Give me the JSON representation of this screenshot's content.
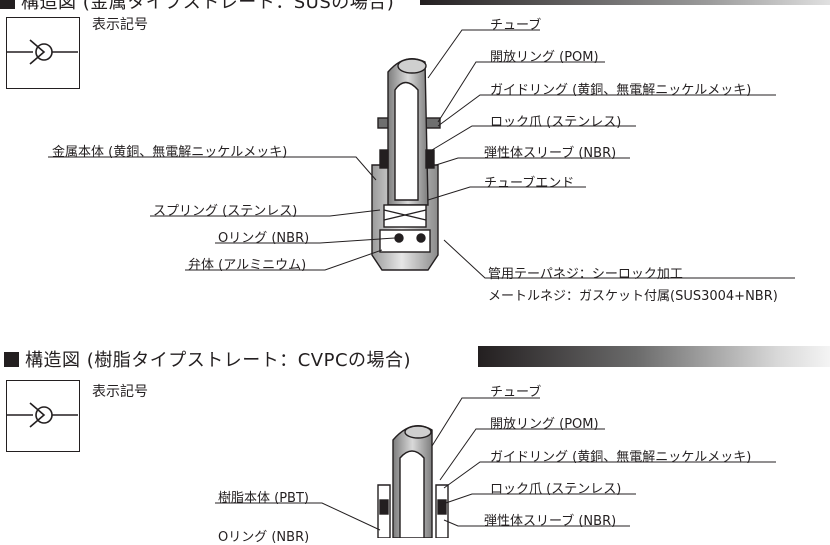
{
  "section1": {
    "heading_visible": "構造図 (金属タイプストレート：SUSの場合)",
    "symbol_label": "表示記号",
    "labels": {
      "tube": "チューブ",
      "release_ring": "開放リング (POM)",
      "guide_ring": "ガイドリング (黄銅、無電解ニッケルメッキ)",
      "lock_claw": "ロック爪 (ステンレス)",
      "metal_body": "金属本体 (黄銅、無電解ニッケルメッキ)",
      "elastic_sleeve": "弾性体スリーブ (NBR)",
      "tube_end": "チューブエンド",
      "spring": "スプリング (ステンレス)",
      "o_ring": "Oリング (NBR)",
      "valve_body": "弁体 (アルミニウム)",
      "pipe_thread": "管用テーパネジ：シーロック加工",
      "metric_thread": "メートルネジ：ガスケット付属(SUS3004+NBR)"
    }
  },
  "section2": {
    "heading": "構造図 (樹脂タイプストレート：CVPCの場合)",
    "symbol_label": "表示記号",
    "labels": {
      "tube": "チューブ",
      "release_ring": "開放リング (POM)",
      "guide_ring": "ガイドリング (黄銅、無電解ニッケルメッキ)",
      "resin_body": "樹脂本体 (PBT)",
      "lock_claw": "ロック爪 (ステンレス)",
      "elastic_sleeve": "弾性体スリーブ (NBR)",
      "o_ring": "Oリング (NBR)"
    }
  }
}
